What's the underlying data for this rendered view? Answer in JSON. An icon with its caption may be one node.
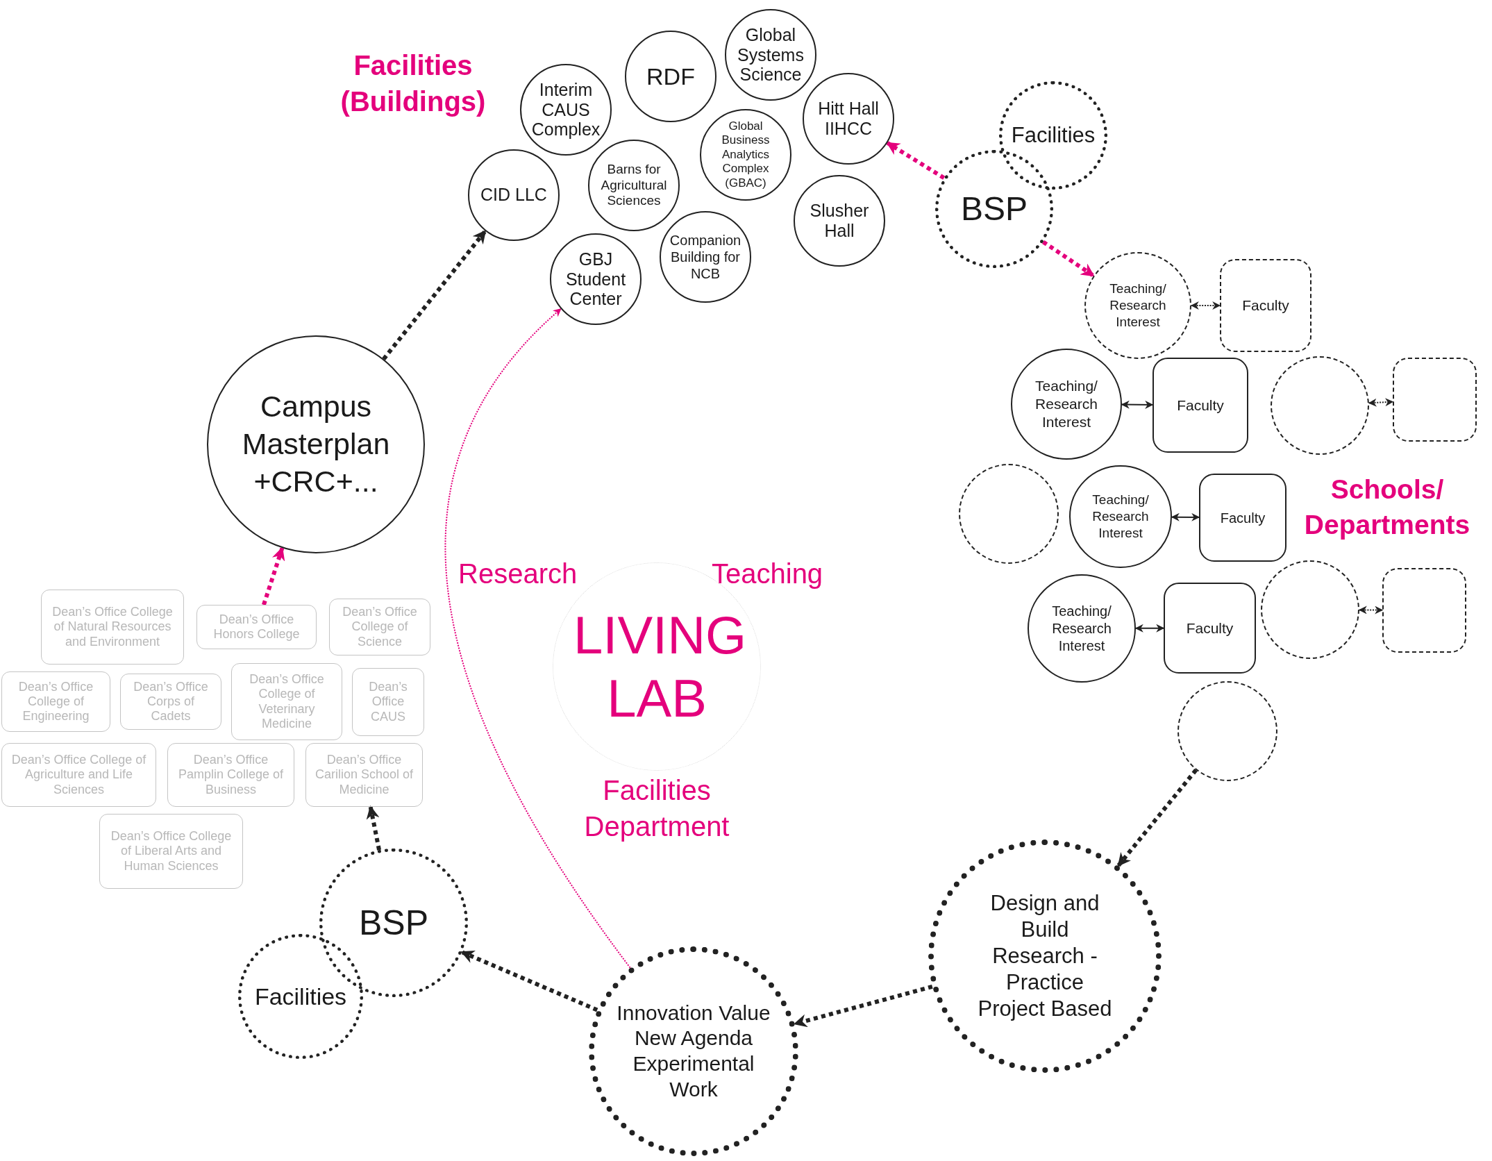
{
  "diagram": {
    "nodes": [
      {
        "text": [
          "RDF"
        ]
      },
      {
        "text": [
          "Global Systems Science"
        ]
      },
      {
        "text": [
          "Interim CAUS Complex"
        ]
      },
      {
        "text": [
          "Hitt Hall IIHCC"
        ]
      },
      {
        "text": [
          "Global Business Analytics Complex (GBAC)"
        ]
      },
      {
        "text": [
          "Barns for Agricultural Sciences"
        ]
      },
      {
        "text": [
          "CID LLC"
        ]
      },
      {
        "text": [
          "Slusher Hall"
        ]
      },
      {
        "text": [
          "Companion Building for NCB"
        ]
      },
      {
        "text": [
          "GBJ Student Center"
        ]
      },
      {
        "text": [
          "Facilities"
        ]
      },
      {
        "text": [
          "BSP"
        ]
      },
      {
        "text": [
          "Teaching/ Research Interest"
        ]
      },
      {
        "text": [
          "Faculty"
        ]
      },
      {
        "text": [
          "Teaching/ Research Interest"
        ]
      },
      {
        "text": [
          "Faculty"
        ]
      },
      {
        "text": [],
        "shape": "circle"
      },
      {
        "text": [],
        "shape": "box"
      },
      {
        "text": [],
        "shape": "circle"
      },
      {
        "text": [
          "Teaching/ Research Interest"
        ]
      },
      {
        "text": [
          "Faculty"
        ]
      },
      {
        "text": [
          "Teaching/ Research Interest"
        ]
      },
      {
        "text": [
          "Faculty"
        ]
      },
      {
        "text": [],
        "shape": "circle"
      },
      {
        "text": [],
        "shape": "box"
      },
      {
        "text": [],
        "shape": "circle"
      },
      {
        "text": [
          "Campus Masterplan +CRC+..."
        ]
      },
      {
        "text": [
          "Dean’s Office College of Natural Resources and Environment"
        ]
      },
      {
        "text": [
          "Dean’s Office Honors College"
        ]
      },
      {
        "text": [
          "Dean’s Office College of Science"
        ]
      },
      {
        "text": [
          "Dean’s Office College of Engineering"
        ]
      },
      {
        "text": [
          "Dean’s Office Corps of Cadets"
        ]
      },
      {
        "text": [
          "Dean’s Office College of Veterinary Medicine"
        ]
      },
      {
        "text": [
          "Dean’s Office CAUS"
        ]
      },
      {
        "text": [
          "Dean’s Office College of Agriculture and Life Sciences"
        ]
      },
      {
        "text": [
          "Dean’s Office Pamplin College of Business"
        ]
      },
      {
        "text": [
          "Dean’s Office Carilion School of Medicine"
        ]
      },
      {
        "text": [
          "Dean’s Office College of Liberal Arts and Human Sciences"
        ]
      },
      {
        "text": [
          "LIVING LAB"
        ]
      },
      {
        "text": [
          "Design and Build Research - Practice Project Based"
        ]
      },
      {
        "text": [
          "BSP"
        ]
      },
      {
        "text": [
          "Innovation Value New Agenda Experimental Work"
        ]
      },
      {
        "text": [
          "Facilities"
        ]
      }
    ],
    "edges": [
      {
        "from": 11,
        "to": 3,
        "arrow": "to",
        "style": "dashed",
        "color": "#e4007c"
      },
      {
        "from": 11,
        "to": 12,
        "arrow": "to",
        "style": "dashed",
        "color": "#e4007c"
      },
      {
        "from": 12,
        "to": 13,
        "arrow": "both",
        "style": "dashed"
      },
      {
        "from": 14,
        "to": 15,
        "arrow": "both"
      },
      {
        "from": 16,
        "to": 17,
        "arrow": "both",
        "style": "dashed"
      },
      {
        "from": 19,
        "to": 20,
        "arrow": "both"
      },
      {
        "from": 21,
        "to": 22,
        "arrow": "both"
      },
      {
        "from": 23,
        "to": 24,
        "arrow": "both",
        "style": "dashed"
      },
      {
        "from": 25,
        "to": 39,
        "arrow": "to",
        "style": "dashed"
      },
      {
        "from": 39,
        "to": 41,
        "arrow": "to",
        "style": "dashed"
      },
      {
        "from": 41,
        "to": 40,
        "arrow": "to",
        "style": "dashed"
      },
      {
        "from": 40,
        "to": 36,
        "arrow": "to",
        "style": "dashed"
      },
      {
        "from": 28,
        "to": 26,
        "arrow": "to",
        "style": "dashed",
        "color": "#e4007c"
      },
      {
        "from": 26,
        "to": 6,
        "arrow": "to",
        "style": "dashed"
      },
      {
        "from": 41,
        "to": 9,
        "arrow": "to",
        "style": "dashed",
        "color": "#e4007c"
      }
    ],
    "labels": [
      "Facilities (Buildings)",
      "Schools/ Departments",
      "Research",
      "Teaching",
      "Facilities Department"
    ]
  }
}
